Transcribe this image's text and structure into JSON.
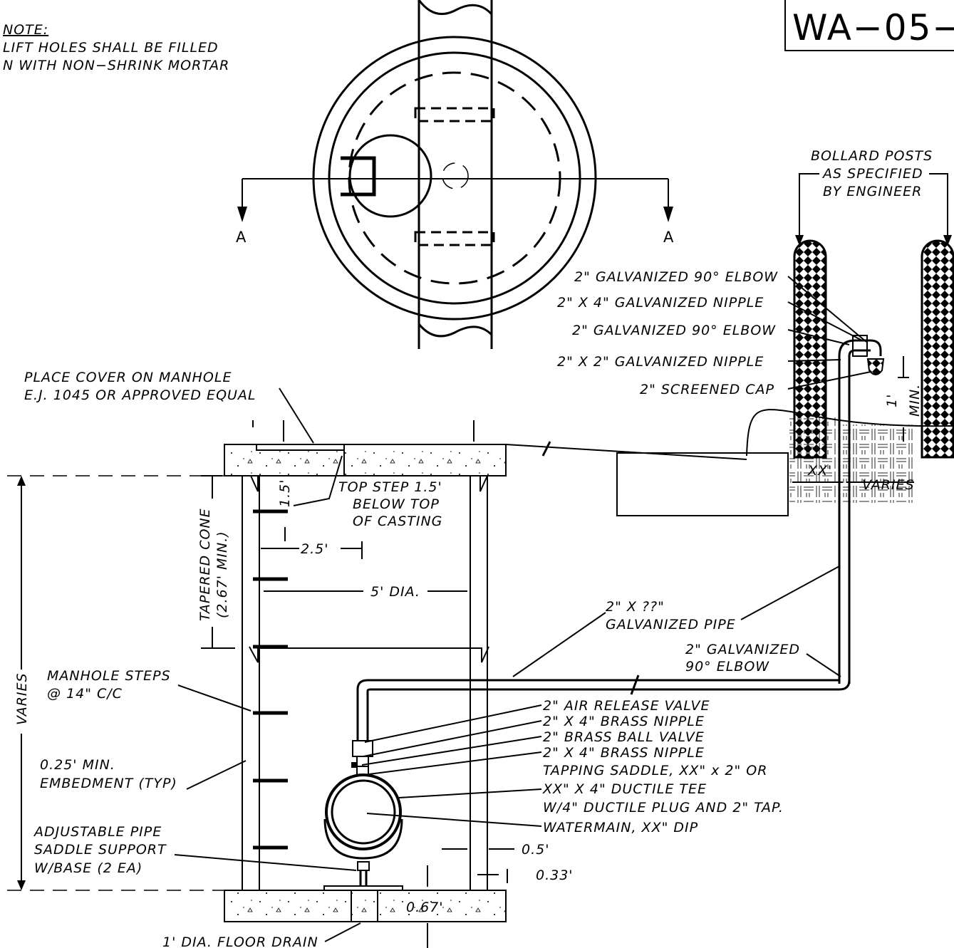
{
  "sheet_id": "WA−05−",
  "note": {
    "heading": "NOTE:",
    "line1": "LIFT HOLES SHALL BE FILLED",
    "line2": "N WITH NON−SHRINK MORTAR"
  },
  "section_marks": {
    "left": "A",
    "right": "A"
  },
  "bollard": {
    "line1": "BOLLARD POSTS",
    "line2": "AS SPECIFIED",
    "line3": "BY ENGINEER"
  },
  "fittings": {
    "elbow_top": "2\" GALVANIZED 90° ELBOW",
    "nipple_4": "2\" X 4\" GALVANIZED NIPPLE",
    "elbow_mid": "2\" GALVANIZED 90° ELBOW",
    "nipple_2": "2\" X 2\" GALVANIZED NIPPLE",
    "screened_cap": "2\" SCREENED CAP"
  },
  "cover": {
    "line1": "PLACE COVER ON MANHOLE",
    "line2": "E.J. 1045 OR APPROVED EQUAL"
  },
  "top_step": {
    "line1": "TOP STEP 1.5'",
    "line2": "BELOW TOP",
    "line3": "OF CASTING"
  },
  "dims": {
    "step_depth": "1.5'",
    "step_offset": "2.5'",
    "diameter": "5' DIA.",
    "cone_line1": "TAPERED CONE",
    "cone_line2": "(2.67' MIN.)",
    "varies": "VARIES",
    "wall": "0.5'",
    "base_gap": "0.33'",
    "base": "0.67'",
    "min_rise": "1'",
    "min_label": "MIN.",
    "xx": "XX'",
    "varies_small": "VARIES"
  },
  "pipe": {
    "line1": "2\" X ??\"",
    "line2": "GALVANIZED PIPE"
  },
  "elbow_low": {
    "line1": "2\" GALVANIZED",
    "line2": "90° ELBOW"
  },
  "steps": {
    "line1": "MANHOLE STEPS",
    "line2": "@ 14\" C/C"
  },
  "embedment": {
    "line1": "0.25' MIN.",
    "line2": "EMBEDMENT (TYP)"
  },
  "valves": {
    "air": "2\" AIR RELEASE VALVE",
    "brass4a": "2\" X 4\" BRASS NIPPLE",
    "ball": "2\" BRASS BALL VALVE",
    "brass4b": "2\" X 4\" BRASS NIPPLE",
    "saddle": "TAPPING SADDLE, XX\" x 2\" OR",
    "tee": "XX\" X 4\" DUCTILE TEE",
    "plug": "W/4\" DUCTILE PLUG AND 2\" TAP.",
    "main": "WATERMAIN, XX\" DIP"
  },
  "support": {
    "line1": "ADJUSTABLE PIPE",
    "line2": "SADDLE SUPPORT",
    "line3": "W/BASE (2 EA)"
  },
  "drain": "1' DIA. FLOOR DRAIN"
}
